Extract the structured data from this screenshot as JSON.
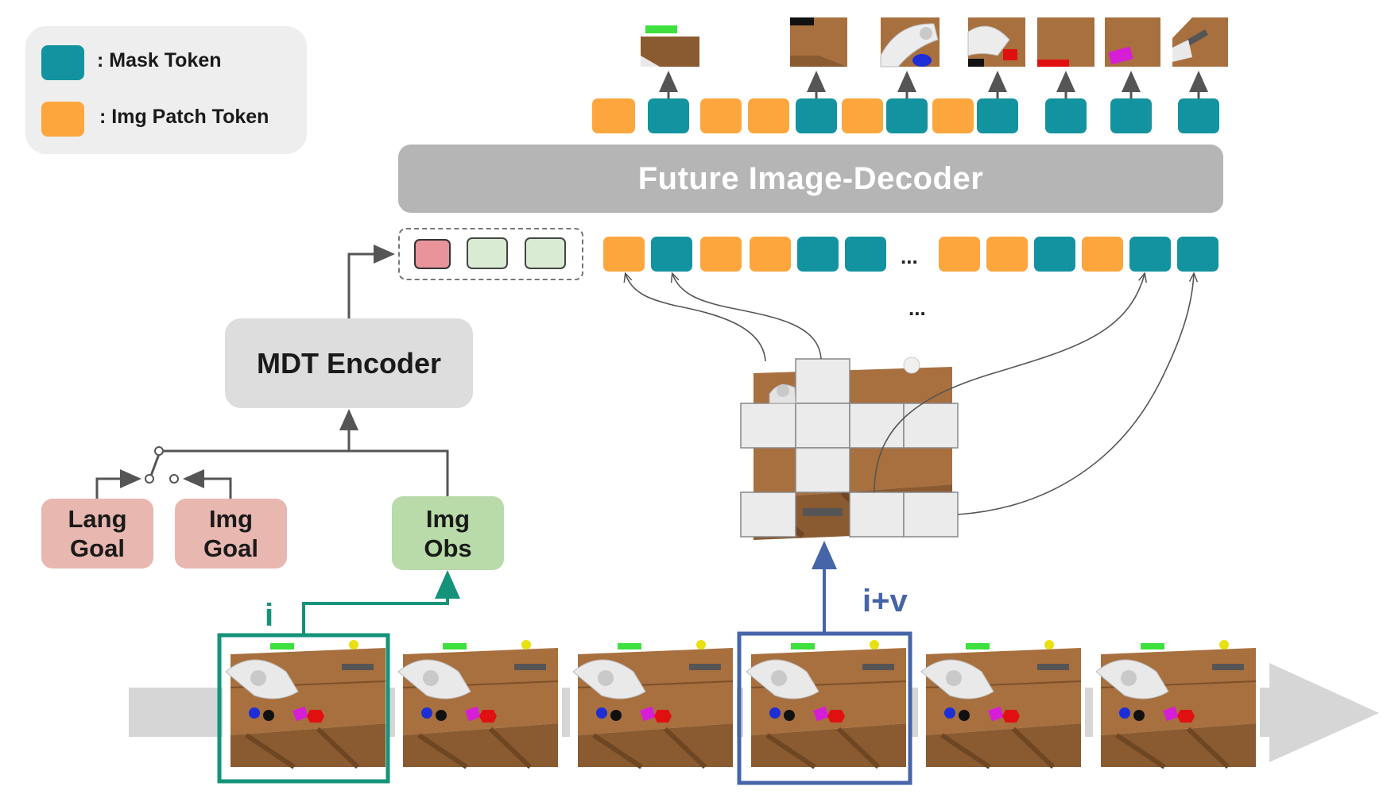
{
  "legend": {
    "mask_label": ": Mask Token",
    "img_patch_label": ": Img Patch Token"
  },
  "decoder": {
    "label": "Future Image-Decoder"
  },
  "encoder": {
    "label": "MDT Encoder"
  },
  "inputs": {
    "lang_goal": "Lang\nGoal",
    "img_goal": "Img\nGoal",
    "img_obs": "Img\nObs"
  },
  "ellipsis": {
    "token_row": "...",
    "below_row": "..."
  },
  "timeline": {
    "current_label": "i",
    "future_label": "i+v"
  },
  "colors": {
    "mask_token": "#13939f",
    "img_patch_token": "#fda63d",
    "goal_token": "#e8949a",
    "obs_token": "#d9ecd3",
    "current_frame": "#15937a",
    "future_frame": "#4664a8",
    "decoder": "#b5b5b5",
    "encoder": "#dddddd"
  },
  "token_rows": {
    "input": [
      "patch",
      "mask",
      "patch",
      "patch",
      "mask",
      "mask",
      "ellipsis",
      "patch",
      "patch",
      "mask",
      "patch",
      "mask",
      "mask"
    ],
    "output": [
      "patch",
      "mask",
      "patch",
      "patch",
      "mask",
      "patch",
      "mask",
      "patch",
      "mask",
      "mask",
      "mask",
      "mask"
    ]
  },
  "icons": [
    "arrow-icon",
    "switch-icon",
    "robot-scene-image",
    "patch-mask-grid"
  ]
}
